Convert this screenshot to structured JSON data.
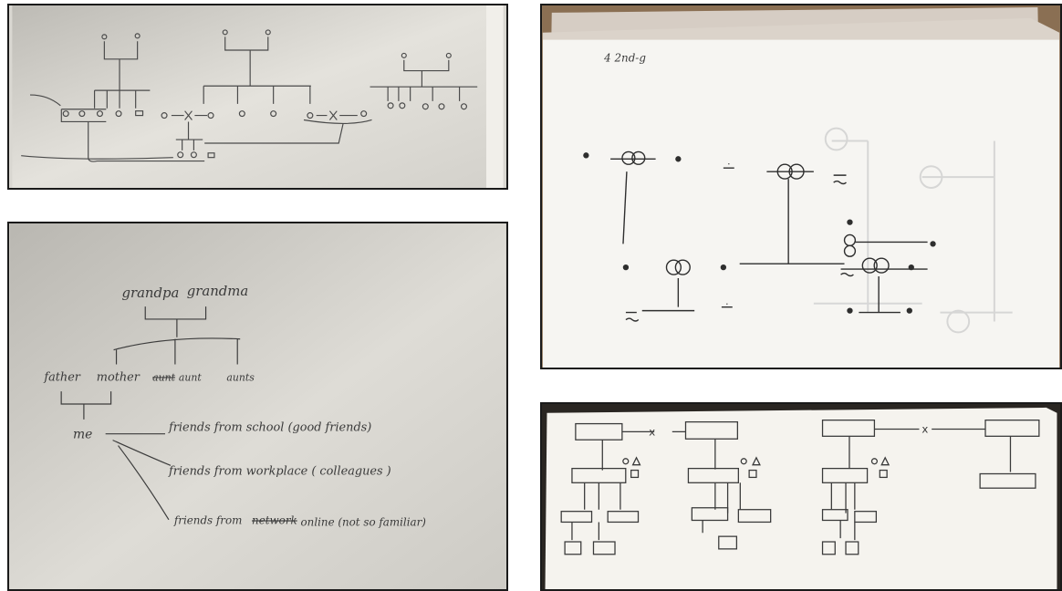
{
  "photos": {
    "top_left": {
      "description_hidden": ""
    },
    "bottom_left": {
      "labels": {
        "grandpa": "grandpa",
        "grandma": "grandma",
        "father": "father",
        "mother": "mother",
        "aunt_struck": "aunt",
        "aunt_1": "aunt",
        "aunt_2": "aunts",
        "me": "me",
        "friends_school": "friends from school  (good friends)",
        "friends_work": "friends from workplace  ( colleagues )",
        "friends_online_prefix": "friends from",
        "friends_online_struck": "network",
        "friends_online_suffix": "online   (not so familiar)"
      }
    },
    "top_right": {
      "labels": {
        "corner_note": "4 2nd-g"
      }
    },
    "bottom_right": {
      "labels": {
        "marriage_x1": "x",
        "marriage_x2": "x"
      }
    }
  }
}
